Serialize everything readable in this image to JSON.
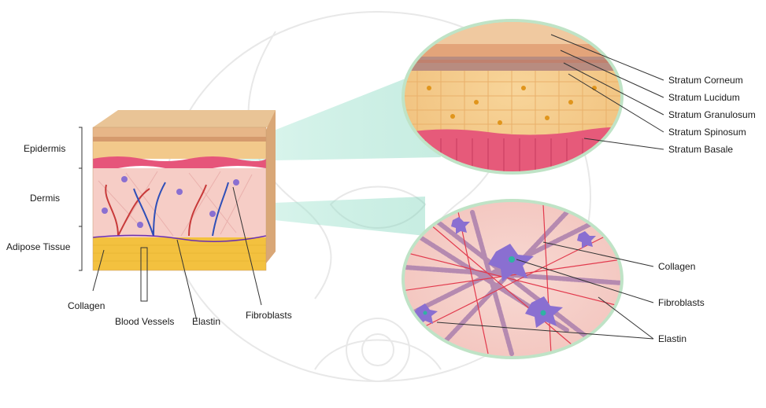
{
  "layers": {
    "epidermis": "Epidermis",
    "dermis": "Dermis",
    "adipose": "Adipose Tissue"
  },
  "block_labels": {
    "collagen": "Collagen",
    "blood_vessels": "Blood Vessels",
    "elastin": "Elastin",
    "fibroblasts": "Fibroblasts"
  },
  "epidermis_zoom_labels": [
    "Stratum Corneum",
    "Stratum Lucidum",
    "Stratum Granulosum",
    "Stratum Spinosum",
    "Stratum Basale"
  ],
  "dermis_zoom_labels": {
    "collagen": "Collagen",
    "fibroblasts": "Fibroblasts",
    "elastin": "Elastin"
  },
  "colors": {
    "zoom_ring": "#bfe3c6",
    "connector": "#9fdcc6",
    "corneum": "#e8b98c",
    "granulosum": "#c98b5e",
    "spinosum": "#f6c98a",
    "basale": "#e65a7a",
    "dermis": "#f6c9c3",
    "adipose": "#f4c542",
    "collagen_fiber": "#b58ab0",
    "elastin_fiber": "#e23a4d",
    "vessel_blue": "#2f4fb8",
    "vessel_red": "#c83a3a",
    "fibroblast": "#8a6fd1",
    "watermark": "#e6e6e6"
  }
}
